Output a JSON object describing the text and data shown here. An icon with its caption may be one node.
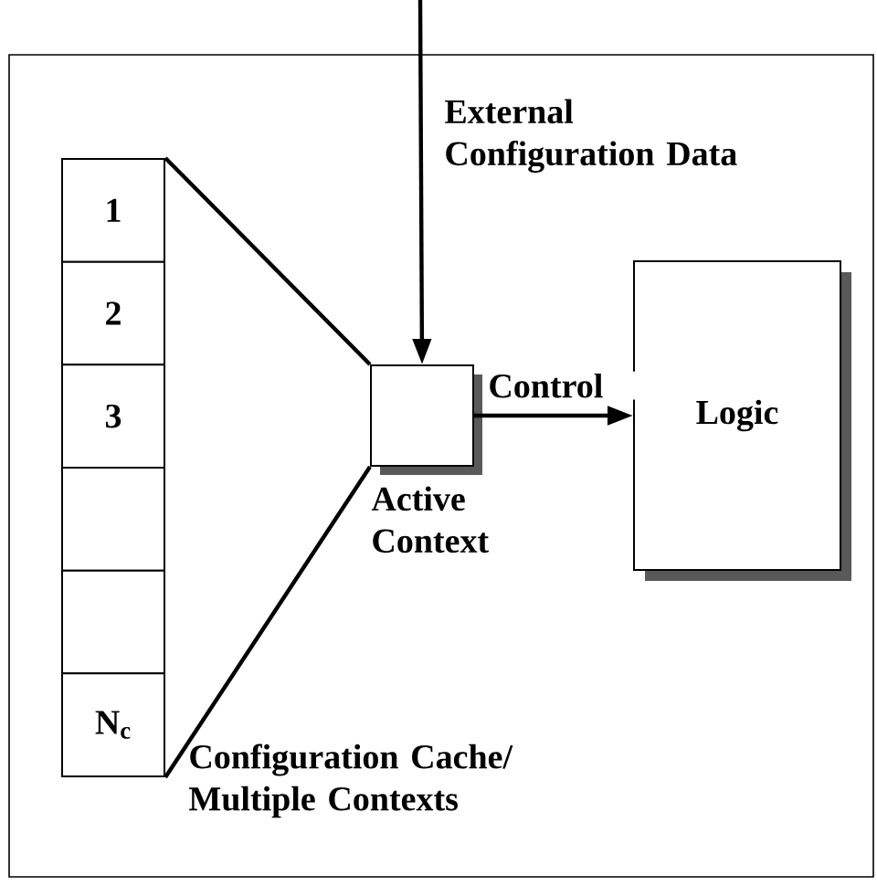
{
  "diagram": {
    "nodes": [
      {
        "text": [],
        "shape": "box"
      },
      {
        "text": [
          "1"
        ],
        "in": 0
      },
      {
        "text": [
          "2"
        ],
        "in": 0
      },
      {
        "text": [
          "3"
        ],
        "in": 0
      },
      {
        "text": [],
        "shape": "box",
        "in": 0
      },
      {
        "text": [],
        "shape": "box",
        "in": 0
      },
      {
        "text": [
          "N$_{c}$"
        ],
        "in": 0
      },
      {
        "text": [],
        "shape": "box",
        "beside": [
          "Active Context"
        ],
        "in": 0
      },
      {
        "text": [
          "Logic"
        ],
        "in": 0
      }
    ],
    "edges": [
      {
        "from": null,
        "to": 7,
        "arrow": "to",
        "label": "External Configuration Data"
      },
      {
        "from": 7,
        "to": 8,
        "arrow": "to",
        "label": "Control"
      },
      {
        "from": 1,
        "to": 7,
        "arrow": "none"
      },
      {
        "from": 6,
        "to": 7,
        "arrow": "none"
      }
    ],
    "labels": [
      "Configuration Cache/ Multiple Contexts"
    ]
  }
}
